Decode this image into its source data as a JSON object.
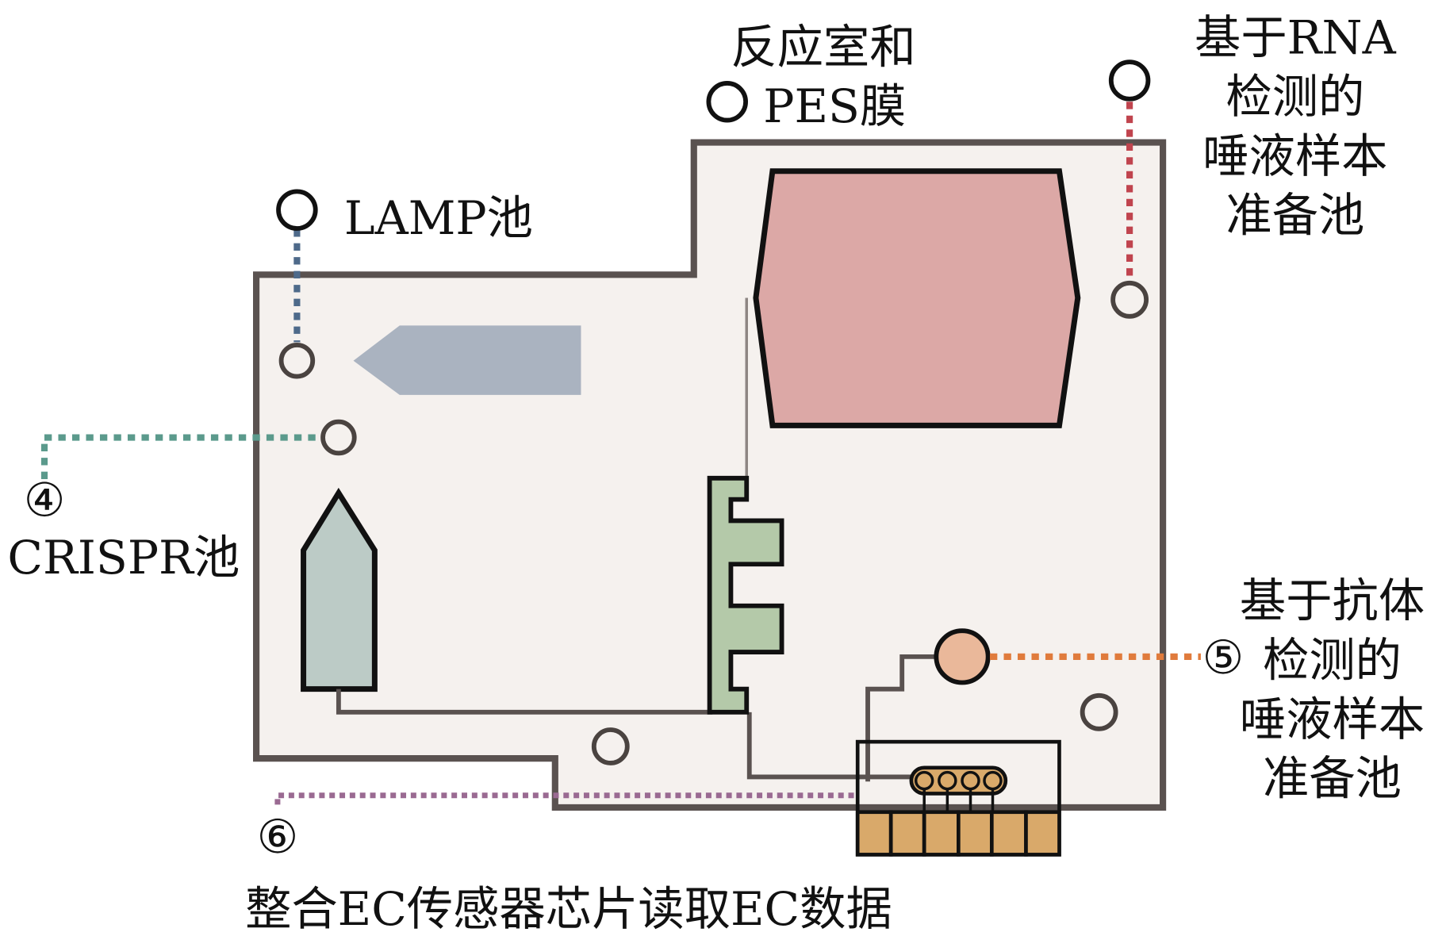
{
  "colors": {
    "board_fill": "#f5f1ee",
    "board_stroke": "#5a5250",
    "reaction_chamber": "#dca8a6",
    "lamp_pool": "#aab3c0",
    "crispr_pool": "#bccbc6",
    "serpentine": "#b4c9a9",
    "antibody_pool": "#eab89a",
    "ec_pads": "#d9a96a",
    "leader_lamp": "#4e6a8a",
    "leader_rna": "#c0444e",
    "leader_crispr": "#5b9a8c",
    "leader_antibody": "#e07b3c",
    "leader_ec": "#9a6a92"
  },
  "labels": {
    "reaction_chamber": [
      "反应室和",
      "PES膜"
    ],
    "rna_sample_pool": [
      "基于RNA",
      "检测的",
      "唾液样本",
      "准备池"
    ],
    "lamp_pool": "LAMP池",
    "crispr_marker": "④",
    "crispr_pool": "CRISPR池",
    "antibody_marker": "⑤",
    "antibody_sample_pool": [
      "基于抗体",
      "检测的",
      "唾液样本",
      "准备池"
    ],
    "ec_marker": "⑥",
    "ec_sensor": "整合EC传感器芯片读取EC数据"
  }
}
